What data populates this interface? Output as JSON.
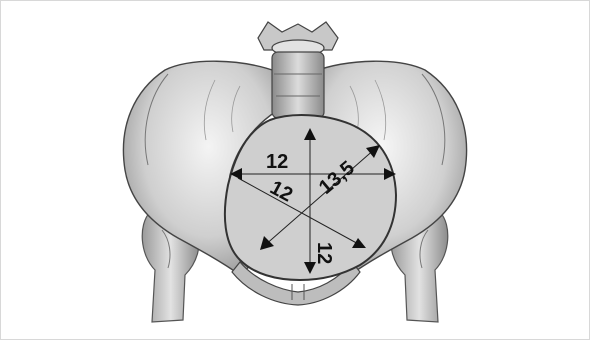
{
  "figure": {
    "measurements": {
      "horizontal_diameter": "12",
      "oblique_diameter_left": "12",
      "oblique_diameter_right": "13,5",
      "vertical_diameter": "12"
    }
  },
  "colors": {
    "inlet_fill": "#cfcfcf",
    "bone_light": "#e6e6e6",
    "bone_mid": "#bdbdbd",
    "bone_dark": "#6f6f6f",
    "arrow": "#111111"
  }
}
